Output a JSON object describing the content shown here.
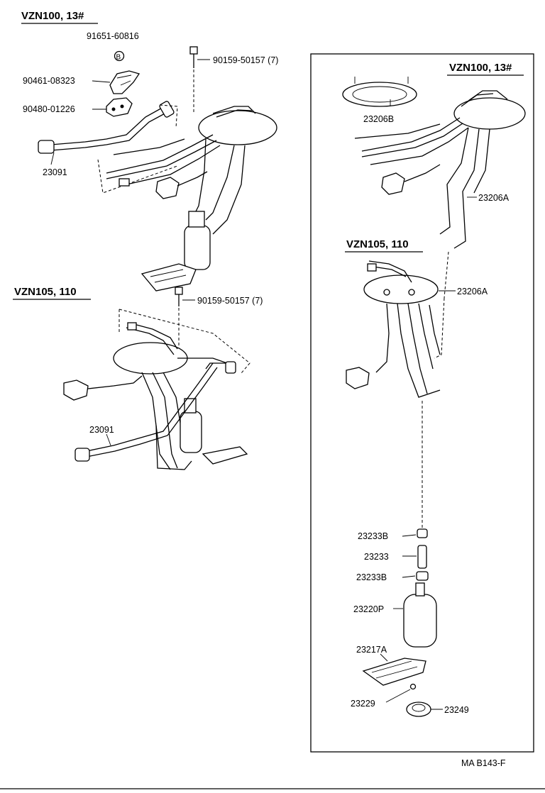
{
  "groups": {
    "left_top_header": "VZN100, 13#",
    "left_bottom_header": "VZN105, 110",
    "right_top_header": "VZN100, 13#",
    "right_mid_header": "VZN105, 110"
  },
  "labels": {
    "p91651": "91651-60816",
    "p90461": "90461-08323",
    "p90480": "90480-01226",
    "p23091_top": "23091",
    "p90159_top": "90159-50157 (7)",
    "p90159_mid": "90159-50157 (7)",
    "p23091_bottom": "23091",
    "p23206B": "23206B",
    "p23206A_top": "23206A",
    "p23206A_mid": "23206A",
    "p23233B_top": "23233B",
    "p23233": "23233",
    "p23233B_bottom": "23233B",
    "p23220P": "23220P",
    "p23217A": "23217A",
    "p23229": "23229",
    "p23249": "23249",
    "circle_b": "B"
  },
  "footer": {
    "code": "MA  B143-F"
  }
}
